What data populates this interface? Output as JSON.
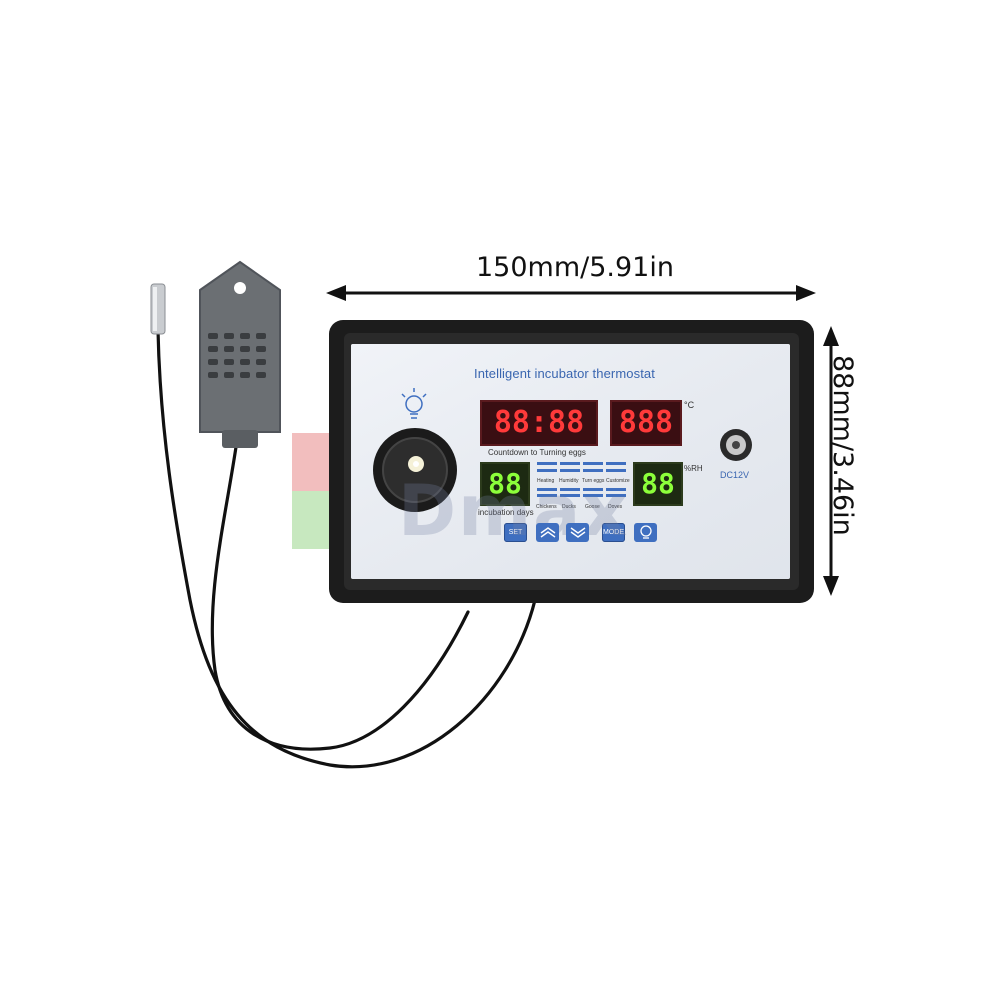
{
  "dimensions": {
    "width_label": "150mm/5.91in",
    "height_label": "88mm/3.46in"
  },
  "panel": {
    "title": "Intelligent incubator thermostat",
    "temp_display": "88:88",
    "temp_display_right": "888",
    "temp_unit": "°C",
    "countdown_label": "Countdown to Turning eggs",
    "days_display": "88",
    "humidity_display": "88",
    "humidity_unit": "%RH",
    "incubation_label": "incubation days",
    "power_label": "DC12V",
    "status_labels": [
      "Heating",
      "Humidity",
      "Turn eggs",
      "Customize"
    ],
    "egg_labels": [
      "Chickens",
      "Ducks",
      "Goose",
      "Doves"
    ],
    "buttons": {
      "set": "SET",
      "mode": "MODE"
    }
  },
  "watermark": "Dmax",
  "colors": {
    "accent_blue": "#3f6fc0",
    "display_red": "#ff3a3a",
    "display_green": "#8cff3a",
    "frame_black": "#1c1c1c",
    "faceplate": "#e9edf3"
  },
  "icons": [
    "light-bulb-icon",
    "arrow-up-icon",
    "arrow-down-icon",
    "light-button-icon",
    "power-jack-icon"
  ]
}
